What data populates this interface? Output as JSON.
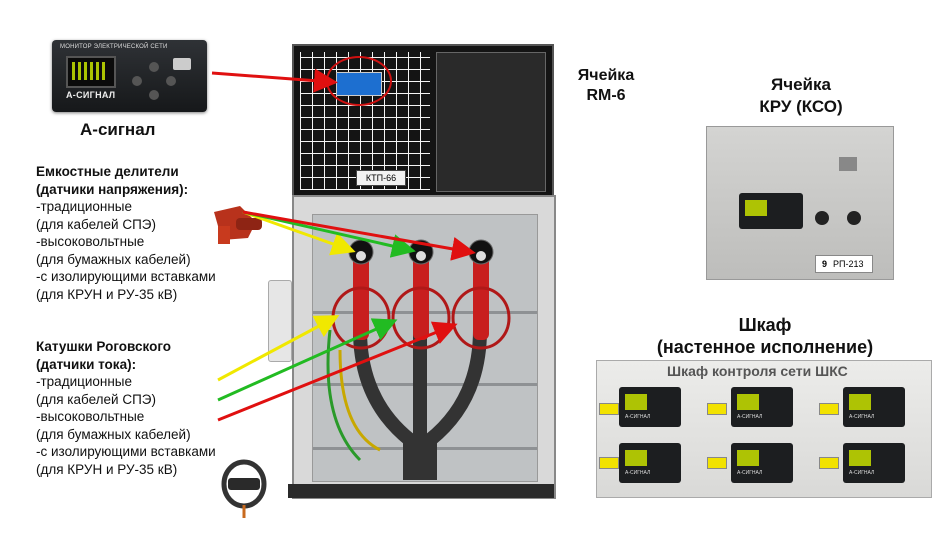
{
  "monitor": {
    "header": "МОНИТОР ЭЛЕКТРИЧЕСКОЙ СЕТИ",
    "name": "А-СИГНАЛ",
    "caption": "А-сигнал"
  },
  "cell_rm6": {
    "line1": "Ячейка",
    "line2": "RM-6"
  },
  "cell_kru": {
    "line1": "Ячейка",
    "line2": "КРУ (КСО)",
    "plate": "РП-213",
    "plate_num": "9"
  },
  "cabinet": {
    "line1": "Шкаф",
    "line2": "(настенное исполнение)",
    "photo_title": "Шкаф контроля сети ШКС",
    "device_label": "А-СИГНАЛ"
  },
  "cabinet_center": {
    "kpt_label": "КТП-66"
  },
  "voltage_sensors": {
    "title1": "Емкостные делители",
    "title2": "(датчики напряжения):",
    "items": [
      "-традиционные",
      "(для кабелей СПЭ)",
      "-высоковольтные",
      "(для бумажных кабелей)",
      "-с изолирующими вставками",
      "(для КРУН и РУ-35 кВ)"
    ]
  },
  "current_sensors": {
    "title1": "Катушки Роговского",
    "title2": "(датчики тока):",
    "items": [
      "-традиционные",
      "(для кабелей СПЭ)",
      "-высоковольтные",
      "(для бумажных кабелей)",
      "-с изолирующими вставками",
      "(для КРУН и РУ-35 кВ)"
    ]
  },
  "colors": {
    "arrow_red": "#e01010",
    "arrow_yellow": "#f0e800",
    "arrow_green": "#22bb22",
    "cable_red": "#c81e1e"
  }
}
